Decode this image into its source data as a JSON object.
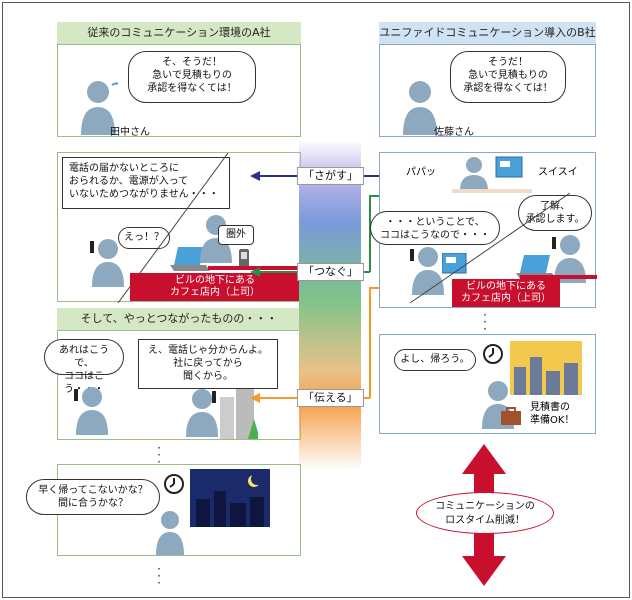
{
  "colors": {
    "arrow_navy": "#2b2f8c",
    "arrow_green": "#2e8b4a",
    "arrow_orange": "#f39a2a",
    "red": "#c8102e",
    "person": "#8da9bf"
  },
  "left": {
    "header": "従来のコミュニケーション環境のA社",
    "scene1": {
      "bubble": [
        "そ、そうだ！",
        "急いで見積もりの",
        "承認を得なくては！"
      ],
      "name": "田中さん"
    },
    "scene2": {
      "bubble": [
        "電話の届かないところに",
        "おられるか、電源が入って",
        "いないためつながりません・・・"
      ],
      "reply": "えっ！？",
      "kengai": "圏外",
      "place": [
        "ビルの地下にある",
        "カフェ店内（上司）"
      ]
    },
    "scene3": {
      "header": "そして、やっとつながったものの・・・",
      "bubble1": [
        "あれはこうで、",
        "ココはこう・・・"
      ],
      "bubble2": [
        "え、電話じゃ分からんよ。",
        "社に戻ってから",
        "聞くから。"
      ]
    },
    "scene4": {
      "bubble": [
        "早く帰ってこないかな？",
        "間に合うかな？"
      ]
    }
  },
  "right": {
    "header": "ユニファイドコミュニケーション導入のB社",
    "scene1": {
      "bubble": [
        "そうだ！",
        "急いで見積もりの",
        "承認を得なくては！"
      ],
      "name": "佐藤さん"
    },
    "scene2": {
      "pappa": "パパッ",
      "suisui": "スイスイ",
      "bubble1": [
        "・・・ということで、",
        "ココはこうなので・・・"
      ],
      "bubble2": [
        "了解、",
        "承認します。"
      ],
      "place": [
        "ビルの地下にある",
        "カフェ店内（上司）"
      ]
    },
    "scene3": {
      "bubble": "よし、帰ろう。",
      "note": [
        "見積書の",
        "準備OK！"
      ]
    },
    "callout": [
      "コミュニケーションの",
      "ロスタイム削減！"
    ]
  },
  "center": {
    "sagasu": "「さがす」",
    "tsunagu": "「つなぐ」",
    "tsutaeru": "「伝える」"
  }
}
